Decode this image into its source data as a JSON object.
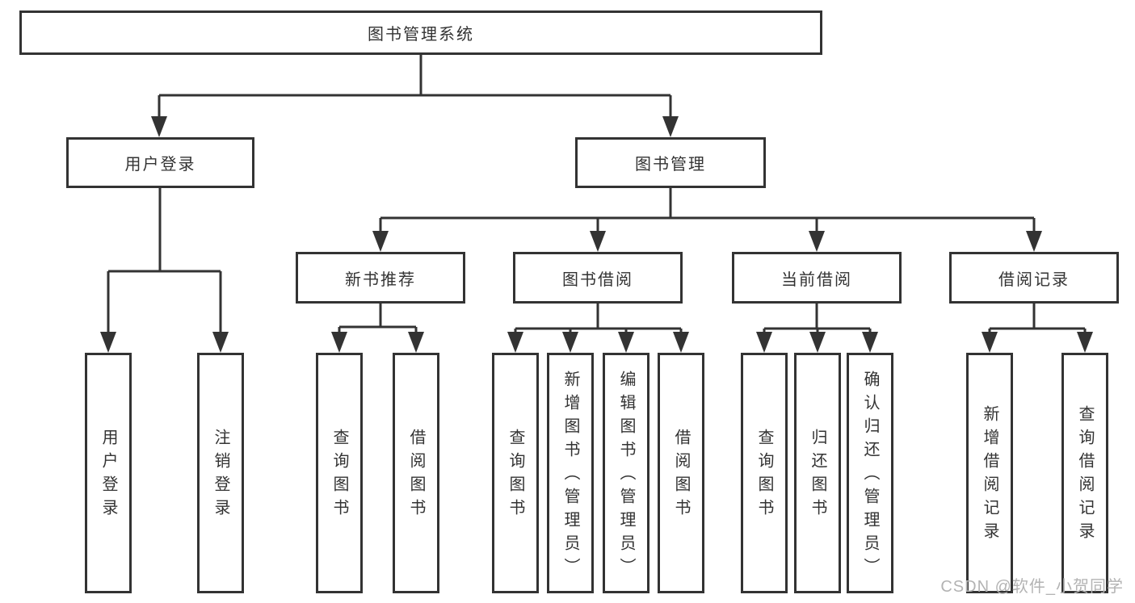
{
  "diagram": {
    "type": "tree",
    "title": "图书管理系统",
    "colors": {
      "line": "#333333",
      "box_border": "#333333",
      "box_fill": "#ffffff",
      "text": "#333333",
      "watermark": "#b3b3b3"
    },
    "tree": {
      "root": {
        "label": "图书管理系统"
      },
      "branches": [
        {
          "label": "用户登录",
          "children": [
            {
              "label": "用户登录"
            },
            {
              "label": "注销登录"
            }
          ]
        },
        {
          "label": "图书管理",
          "children": [
            {
              "label": "新书推荐",
              "children": [
                {
                  "label": "查询图书"
                },
                {
                  "label": "借阅图书"
                }
              ]
            },
            {
              "label": "图书借阅",
              "children": [
                {
                  "label": "查询图书"
                },
                {
                  "label": "新增图书（管理员）"
                },
                {
                  "label": "编辑图书（管理员）"
                },
                {
                  "label": "借阅图书"
                }
              ]
            },
            {
              "label": "当前借阅",
              "children": [
                {
                  "label": "查询图书"
                },
                {
                  "label": "归还图书"
                },
                {
                  "label": "确认归还（管理员）"
                }
              ]
            },
            {
              "label": "借阅记录",
              "children": [
                {
                  "label": "新增借阅记录"
                },
                {
                  "label": "查询借阅记录"
                }
              ]
            }
          ]
        }
      ]
    },
    "watermark": "CSDN @软件_小贺同学"
  }
}
